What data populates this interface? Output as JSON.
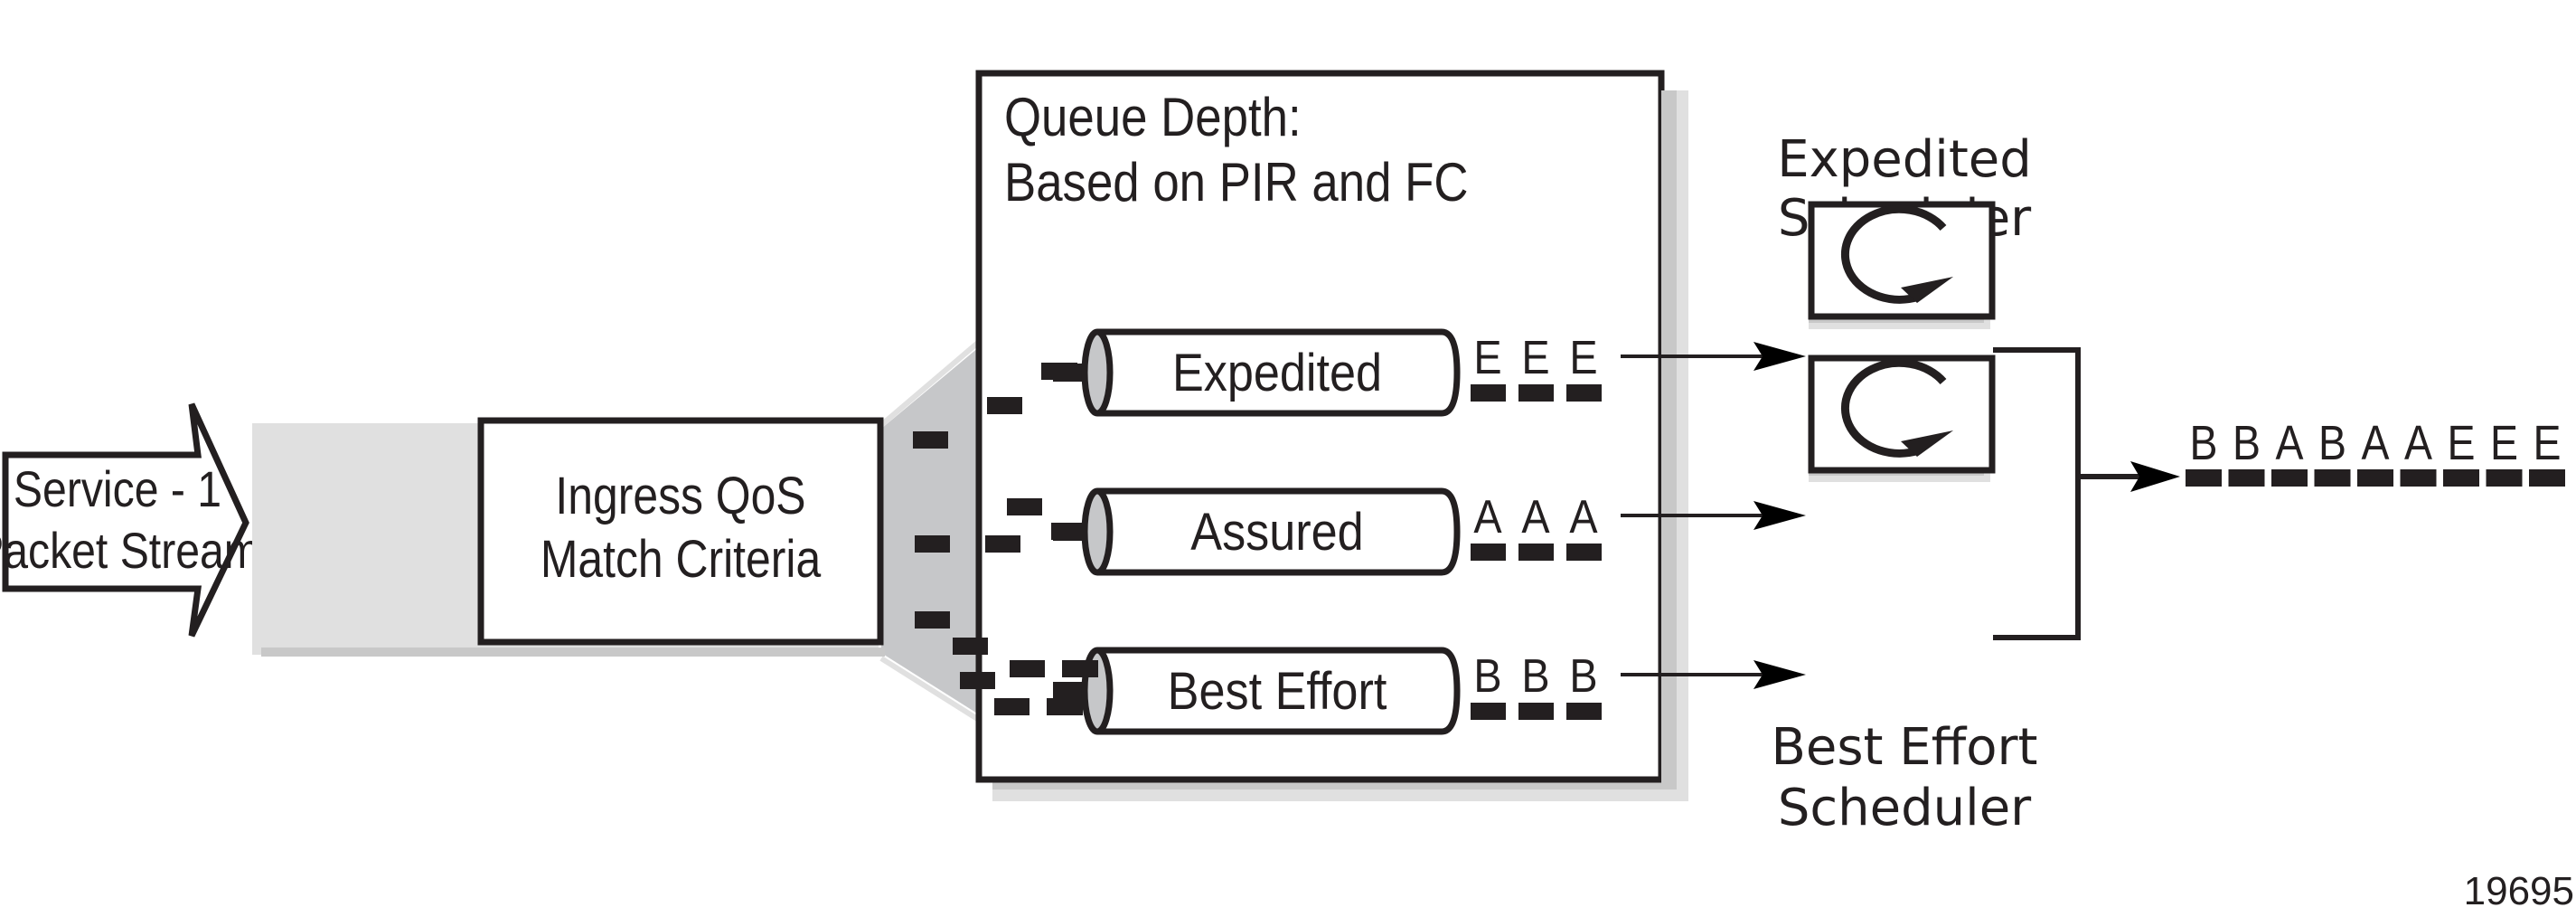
{
  "figure_id": "19695",
  "colors": {
    "ink": "#231f20",
    "shadow_dark": "#c8c8c8",
    "shadow_light": "#e0e0e0",
    "wedge": "#c6c7c9",
    "queue_cap": "#c6c7c9",
    "background": "#ffffff"
  },
  "input_stream": {
    "line1": "Service - 1",
    "line2": "Packet Stream"
  },
  "classifier": {
    "line1": "Ingress QoS",
    "line2": "Match Criteria"
  },
  "queue_group": {
    "title_line1": "Queue Depth:",
    "title_line2": "Based on PIR and FC",
    "queues": [
      {
        "label": "Expedited",
        "letters": [
          "E",
          "E",
          "E"
        ]
      },
      {
        "label": "Assured",
        "letters": [
          "A",
          "A",
          "A"
        ]
      },
      {
        "label": "Best Effort",
        "letters": [
          "B",
          "B",
          "B"
        ]
      }
    ]
  },
  "schedulers": [
    {
      "label_line1": "Expedited",
      "label_line2": "Scheduler",
      "icon": "rotate-clockwise-icon"
    },
    {
      "label_line1": "Best Effort",
      "label_line2": "Scheduler",
      "icon": "rotate-clockwise-icon"
    }
  ],
  "output_stream": {
    "letters": [
      "B",
      "B",
      "A",
      "B",
      "A",
      "A",
      "E",
      "E",
      "E"
    ]
  }
}
